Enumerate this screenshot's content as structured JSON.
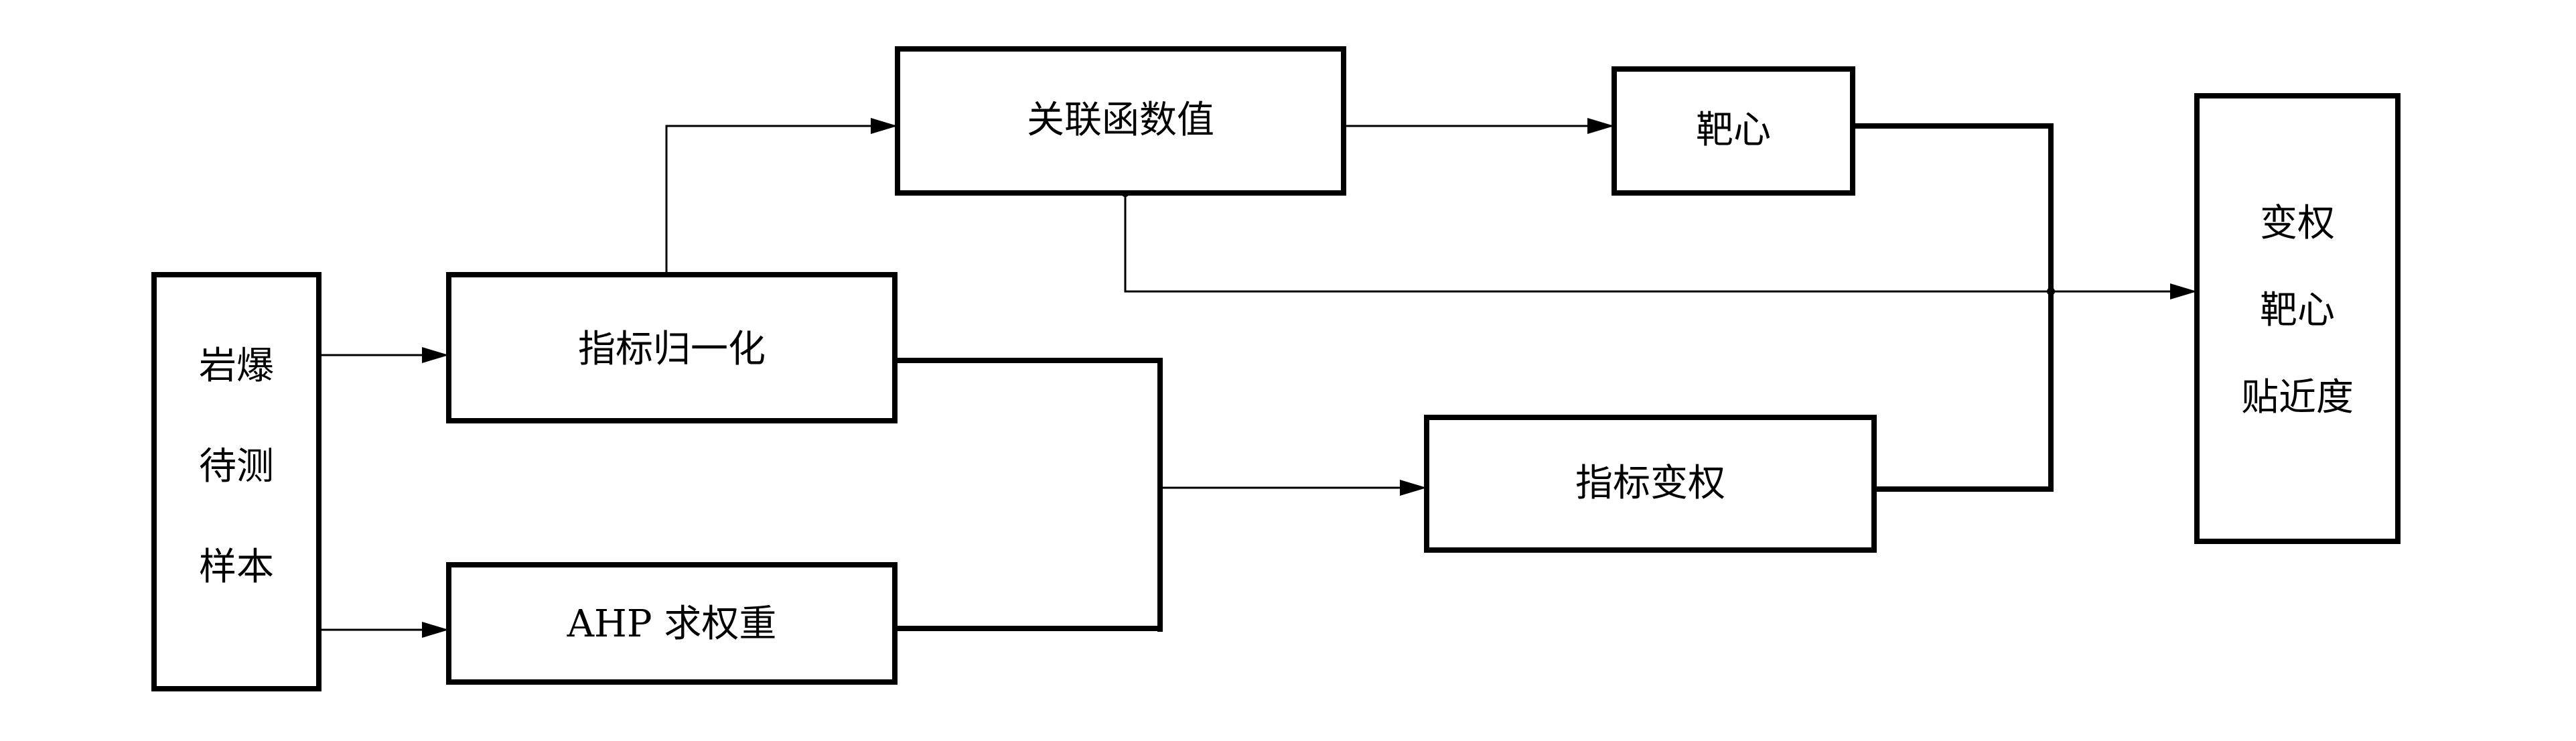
{
  "nodes": {
    "sample": {
      "lines": [
        "岩爆",
        "待测",
        "样本"
      ]
    },
    "normalize": {
      "label": "指标归一化"
    },
    "ahp": {
      "label": "AHP 求权重"
    },
    "correlation": {
      "label": "关联函数值"
    },
    "target": {
      "label": "靶心"
    },
    "variable_weight": {
      "label": "指标变权"
    },
    "result": {
      "lines": [
        "变权",
        "靶心",
        "贴近度"
      ]
    }
  },
  "colors": {
    "line": "#000000",
    "background": "#ffffff"
  }
}
